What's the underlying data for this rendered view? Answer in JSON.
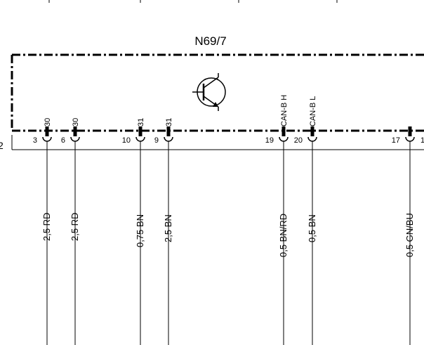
{
  "module": {
    "name": "N69/7"
  },
  "connector": {
    "edge_label": "2"
  },
  "pins": [
    {
      "pin": "3",
      "signal": "30",
      "wire": "2,5 RD"
    },
    {
      "pin": "6",
      "signal": "30",
      "wire": "2,5 RD"
    },
    {
      "pin": "10",
      "signal": "",
      "wire": ""
    },
    {
      "pin": "9",
      "signal": "31",
      "wire": "0,75 BN"
    },
    {
      "pin": "",
      "signal": "31",
      "wire": "2,5 BN"
    },
    {
      "pin": "19",
      "signal": "CAN-B H",
      "wire": "0,5 BN/RD"
    },
    {
      "pin": "20",
      "signal": "CAN-B L",
      "wire": "0,5 BN"
    },
    {
      "pin": "17",
      "signal": "",
      "wire": "0,5 GN/BU"
    },
    {
      "pin": "1",
      "signal": "",
      "wire": ""
    }
  ],
  "colors": {
    "line": "#000000",
    "background": "#ffffff"
  },
  "icons": {
    "component_symbol": "npn-transistor-icon"
  }
}
